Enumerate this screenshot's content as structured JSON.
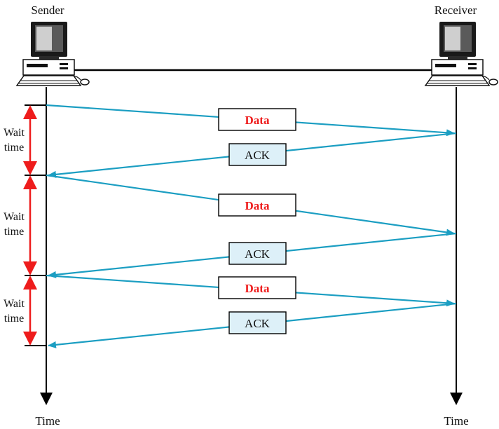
{
  "nodes": {
    "sender": {
      "label": "Sender"
    },
    "receiver": {
      "label": "Receiver"
    }
  },
  "time_labels": {
    "left": "Time",
    "right": "Time"
  },
  "wait_label": [
    "Wait",
    "time"
  ],
  "messages": [
    {
      "type": "data",
      "label": "Data"
    },
    {
      "type": "ack",
      "label": "ACK"
    },
    {
      "type": "data",
      "label": "Data"
    },
    {
      "type": "ack",
      "label": "ACK"
    },
    {
      "type": "data",
      "label": "Data"
    },
    {
      "type": "ack",
      "label": "ACK"
    }
  ],
  "colors": {
    "flow_arrow": "#1b9ec2",
    "wait_arrow": "#ee1c1c",
    "data_text": "#ee1c1c",
    "ack_box_fill": "#ddf0f8"
  }
}
